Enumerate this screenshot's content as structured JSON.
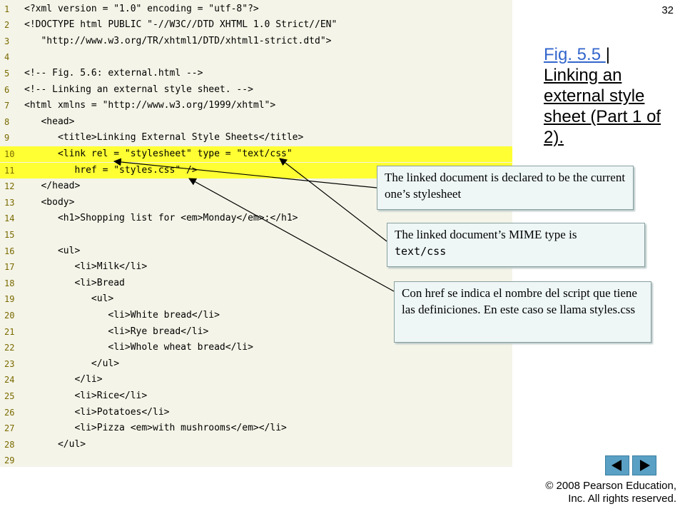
{
  "page_number": "32",
  "figure": {
    "link_text": "Fig. 5.5 ",
    "separator": "|",
    "title": "Linking an external style sheet (Part 1 of 2)."
  },
  "code": {
    "highlighted_lines": [
      10,
      11
    ],
    "lines": [
      {
        "n": "1",
        "text": "<?xml version = \"1.0\" encoding = \"utf-8\"?>"
      },
      {
        "n": "2",
        "text": "<!DOCTYPE html PUBLIC \"-//W3C//DTD XHTML 1.0 Strict//EN\""
      },
      {
        "n": "3",
        "text": "   \"http://www.w3.org/TR/xhtml1/DTD/xhtml1-strict.dtd\">"
      },
      {
        "n": "4",
        "text": ""
      },
      {
        "n": "5",
        "text": "<!-- Fig. 5.6: external.html -->"
      },
      {
        "n": "6",
        "text": "<!-- Linking an external style sheet. -->"
      },
      {
        "n": "7",
        "text": "<html xmlns = \"http://www.w3.org/1999/xhtml\">"
      },
      {
        "n": "8",
        "text": "   <head>"
      },
      {
        "n": "9",
        "text": "      <title>Linking External Style Sheets</title>"
      },
      {
        "n": "10",
        "text": "      <link rel = \"stylesheet\" type = \"text/css\""
      },
      {
        "n": "11",
        "text": "         href = \"styles.css\" />"
      },
      {
        "n": "12",
        "text": "   </head>"
      },
      {
        "n": "13",
        "text": "   <body>"
      },
      {
        "n": "14",
        "text": "      <h1>Shopping list for <em>Monday</em>:</h1>"
      },
      {
        "n": "15",
        "text": ""
      },
      {
        "n": "16",
        "text": "      <ul>"
      },
      {
        "n": "17",
        "text": "         <li>Milk</li>"
      },
      {
        "n": "18",
        "text": "         <li>Bread"
      },
      {
        "n": "19",
        "text": "            <ul>"
      },
      {
        "n": "20",
        "text": "               <li>White bread</li>"
      },
      {
        "n": "21",
        "text": "               <li>Rye bread</li>"
      },
      {
        "n": "22",
        "text": "               <li>Whole wheat bread</li>"
      },
      {
        "n": "23",
        "text": "            </ul>"
      },
      {
        "n": "24",
        "text": "         </li>"
      },
      {
        "n": "25",
        "text": "         <li>Rice</li>"
      },
      {
        "n": "26",
        "text": "         <li>Potatoes</li>"
      },
      {
        "n": "27",
        "text": "         <li>Pizza <em>with mushrooms</em></li>"
      },
      {
        "n": "28",
        "text": "      </ul>"
      },
      {
        "n": "29",
        "text": ""
      }
    ]
  },
  "callouts": {
    "rel": "The linked document is declared to be the current one’s stylesheet",
    "type_prefix": "The linked document’s MIME type is ",
    "type_mono": "text/css",
    "href": "Con href se indica el nombre del script que tiene las definiciones.  En este caso se llama styles.css"
  },
  "nav": {
    "prev_icon": "left-arrow-icon",
    "next_icon": "right-arrow-icon"
  },
  "copyright": {
    "line1": " 2008 Pearson Education,",
    "line2": "Inc.  All rights reserved."
  },
  "colors": {
    "highlight": "#ffff33",
    "code_bg": "#f4f4e8",
    "link": "#3366cc",
    "nav_button": "#5aa0c4",
    "callout_bg": "#eef6f6"
  }
}
